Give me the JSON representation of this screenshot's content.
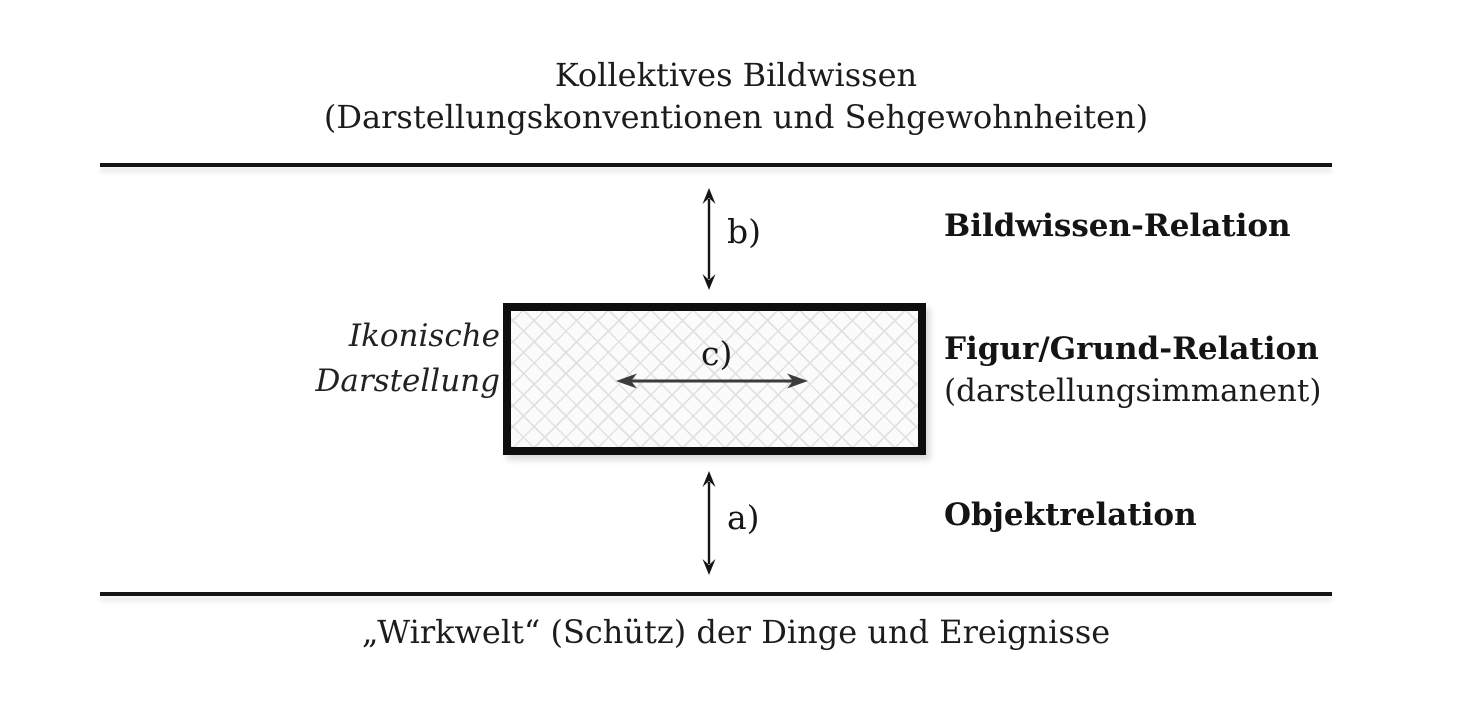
{
  "header": {
    "title": "Kollektives Bildwissen",
    "subtitle": "(Darstellungskonventionen und Sehgewohnheiten)"
  },
  "footer": {
    "caption": "„Wirkwelt“ (Schütz) der Dinge und Ereignisse"
  },
  "box": {
    "side_label_line1": "Ikonische",
    "side_label_line2": "Darstellung"
  },
  "relations": {
    "bildwissen": {
      "marker": "b)",
      "title": "Bildwissen-Relation"
    },
    "figur_grund": {
      "marker": "c)",
      "title": "Figur/Grund-Relation",
      "subtitle": "(darstellungsimmanent)"
    },
    "objekt": {
      "marker": "a)",
      "title": "Objektrelation"
    }
  },
  "colors": {
    "text": "#1b1b1b",
    "boundary_line": "#141414",
    "box_border": "#0e0e0e",
    "hatch_line": "#e1e1e1",
    "horizontal_arrow": "#3c3c3c",
    "vertical_arrow": "#151515"
  }
}
